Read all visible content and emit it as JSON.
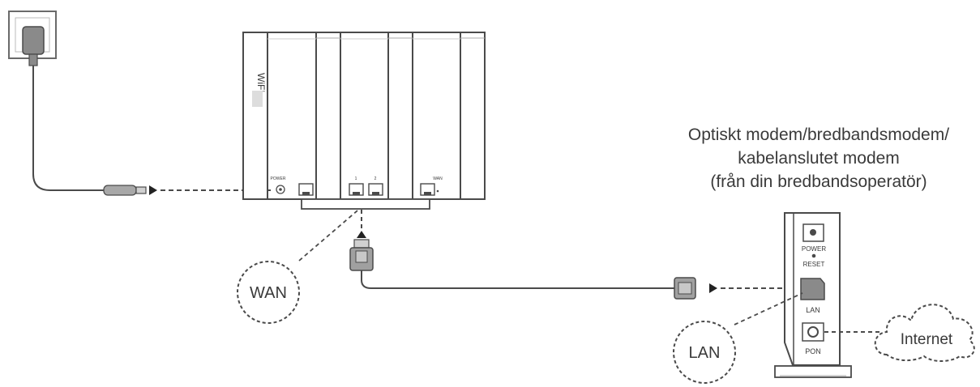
{
  "router": {
    "brand_text": "WiFi",
    "power_label": "POWER",
    "port_labels": [
      "1",
      "2",
      "WAN"
    ]
  },
  "modem": {
    "title_lines": [
      "Optiskt modem/bredbandsmodem/",
      "kabelanslutet modem",
      "(från din bredbandsoperatör)"
    ],
    "power_label": "POWER",
    "reset_label": "RESET",
    "lan_port_label": "LAN",
    "pon_port_label": "PON"
  },
  "callouts": {
    "wan": "WAN",
    "lan": "LAN",
    "internet": "Internet"
  },
  "colors": {
    "line": "#4a4a4a",
    "fill_gray": "#8a8a8a",
    "light_gray": "#d9d9d9"
  }
}
